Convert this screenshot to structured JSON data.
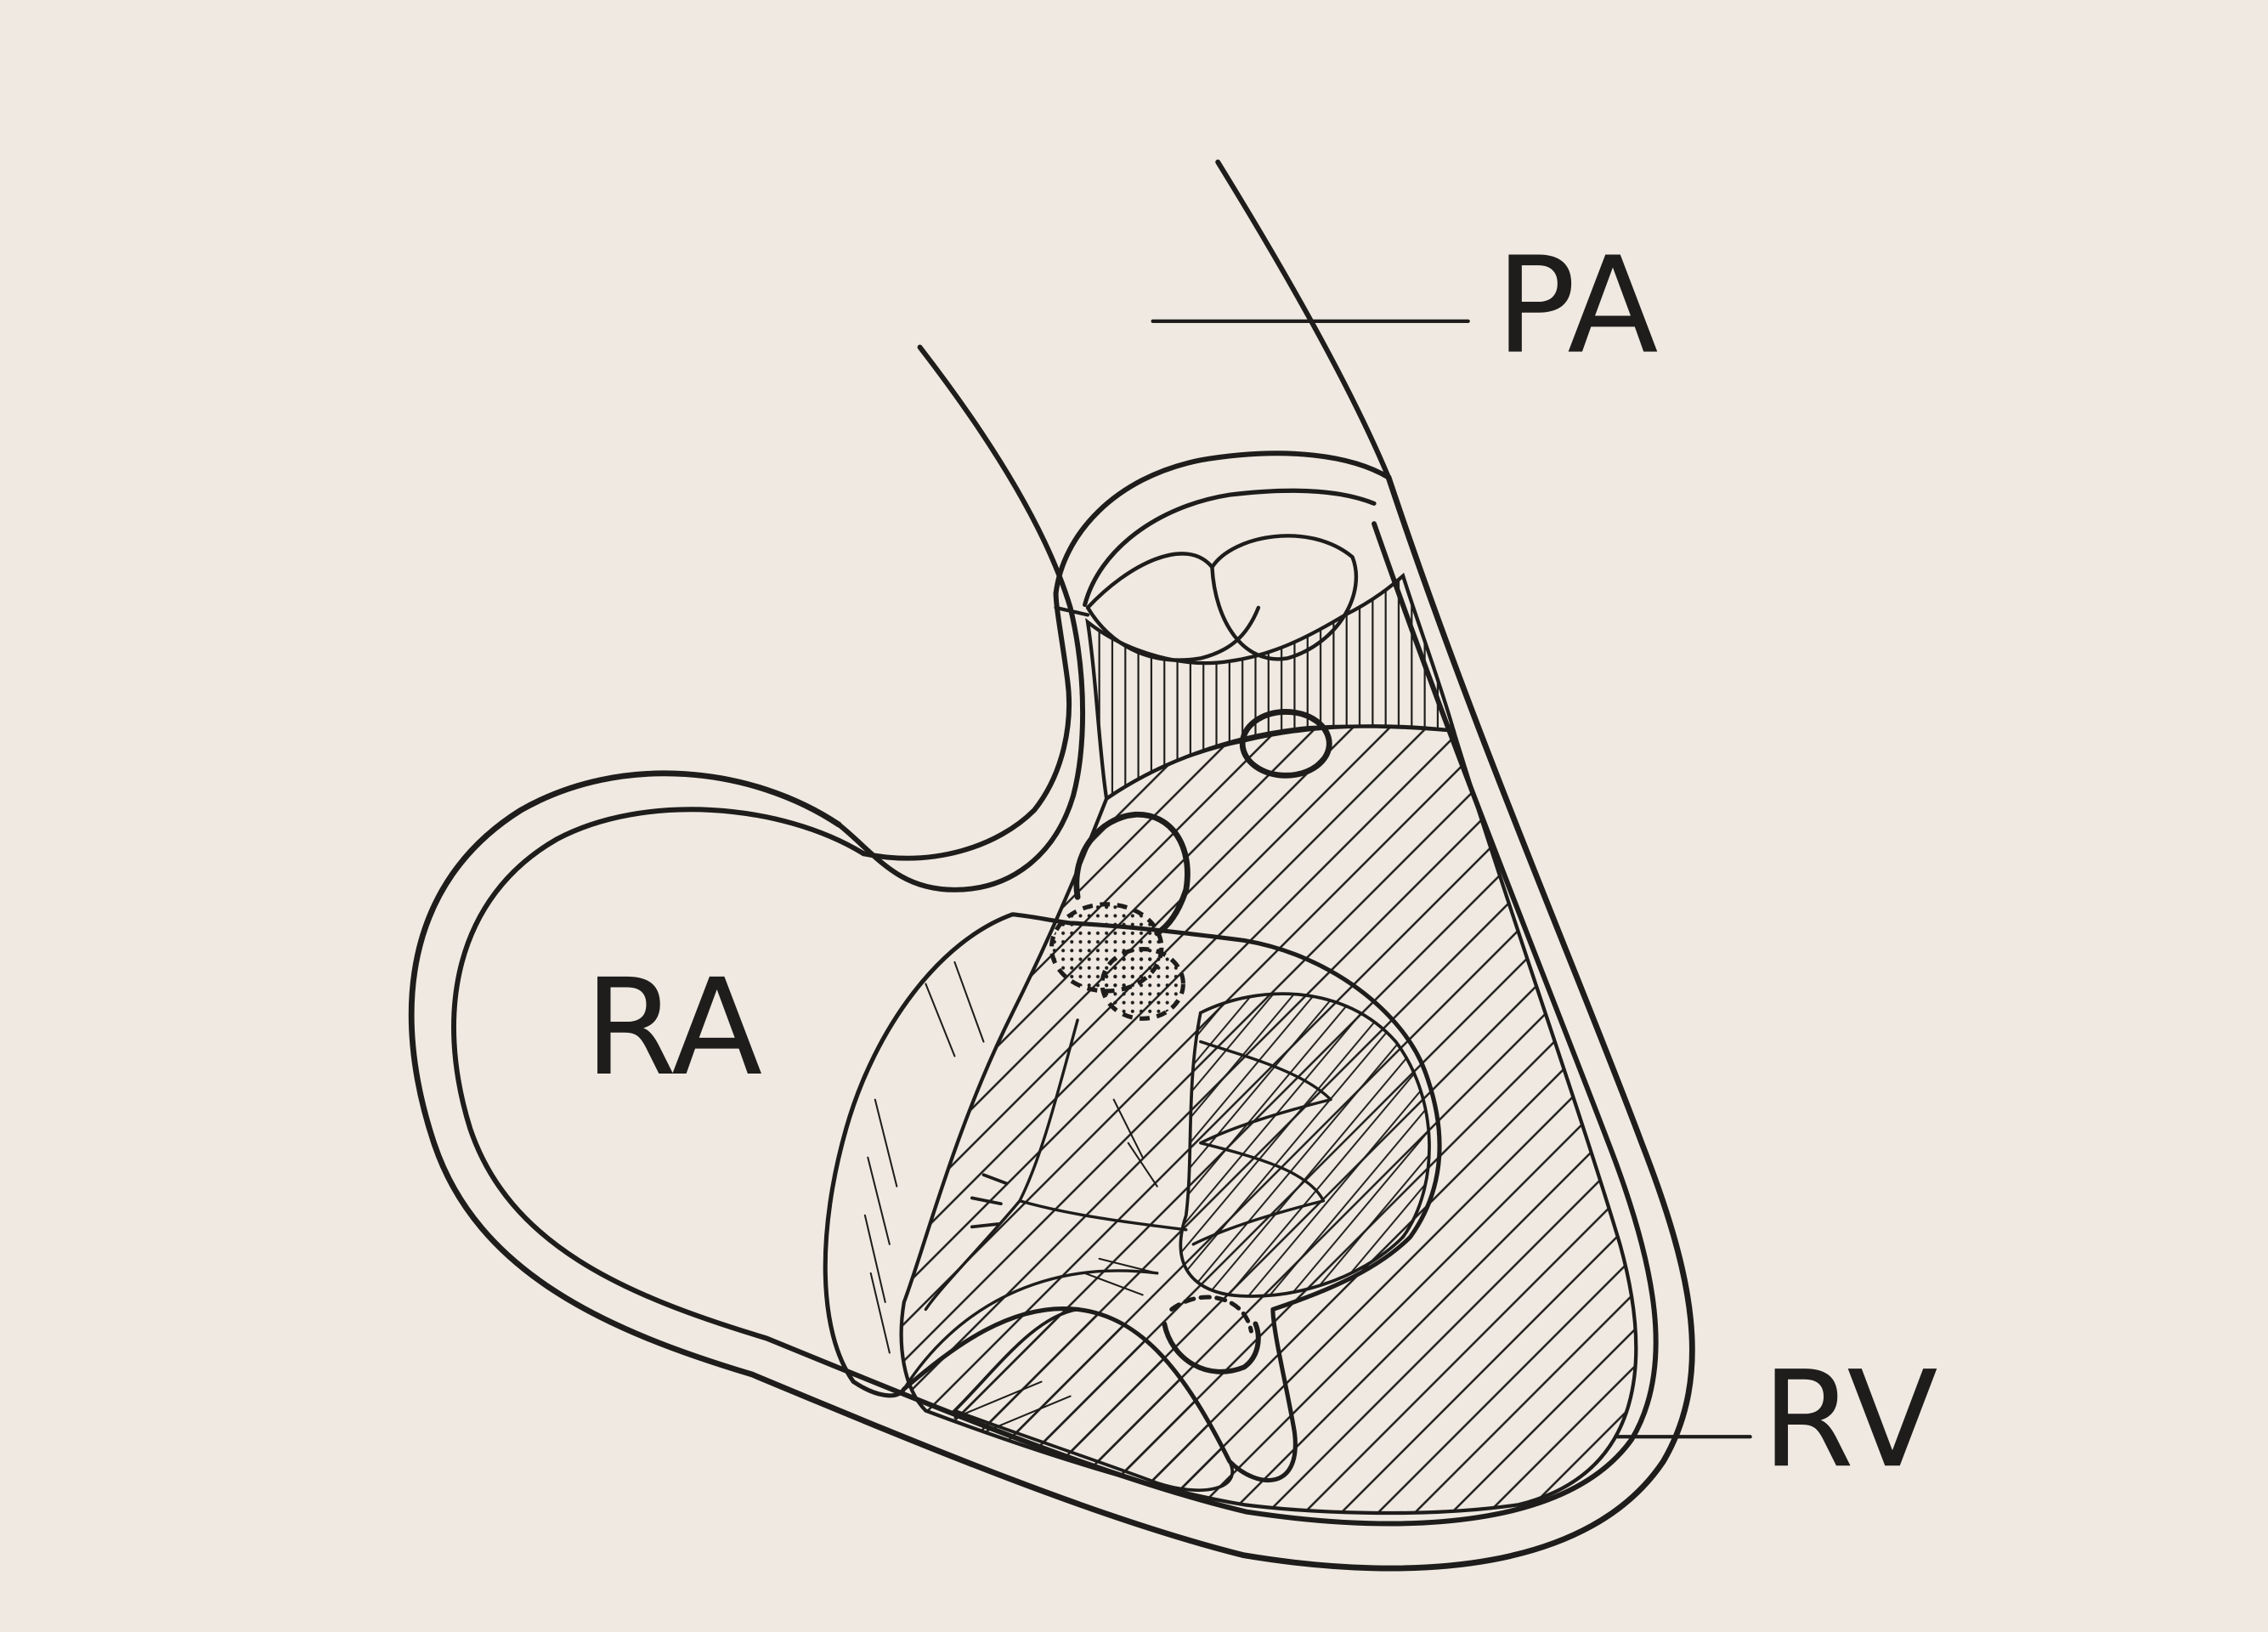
{
  "labels": {
    "pa": "PA",
    "ra": "RA",
    "rv": "RV"
  },
  "colors": {
    "paper": "#efe9e1",
    "ink": "#1e1d1b"
  }
}
